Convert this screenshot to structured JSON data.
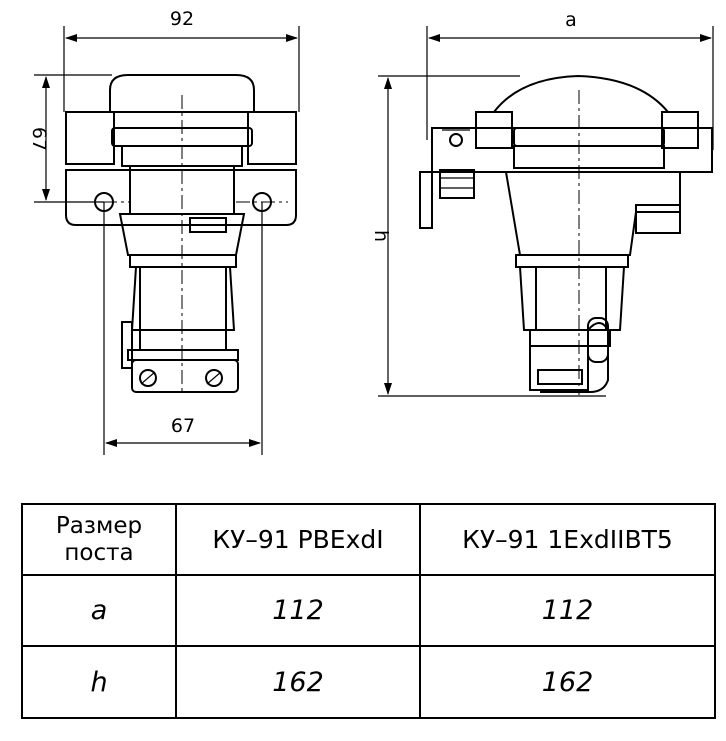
{
  "drawing": {
    "front_view": {
      "width_label": "92",
      "height_label": "67",
      "bottom_label": "67"
    },
    "side_view": {
      "width_label": "a",
      "height_label": "h"
    }
  },
  "table": {
    "header": [
      "Размер поста",
      "КУ–91 РВЕхdI",
      "КУ–91 1ЕхdIIВТ5"
    ],
    "rows": [
      [
        "a",
        "112",
        "112"
      ],
      [
        "h",
        "162",
        "162"
      ]
    ]
  }
}
